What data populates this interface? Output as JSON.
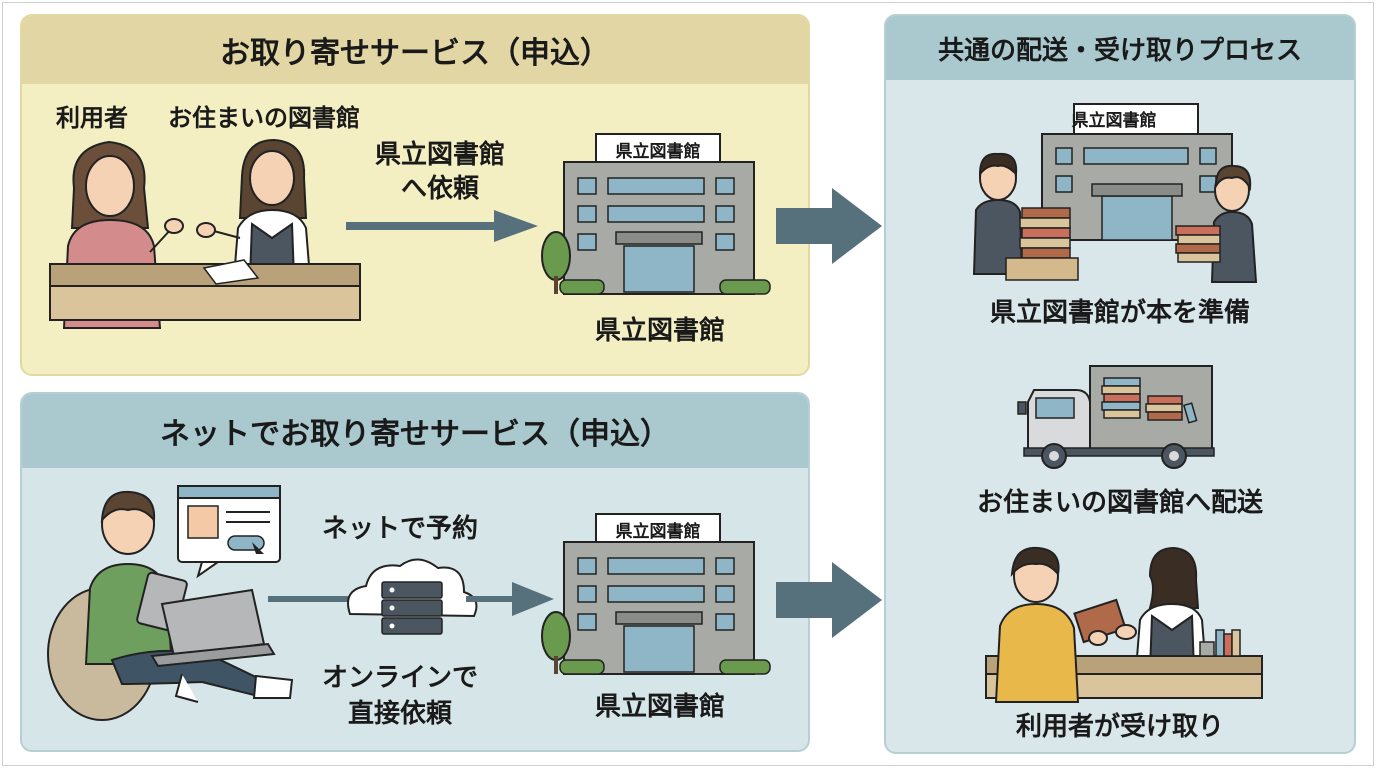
{
  "service_counter": {
    "title": "お取り寄せサービス（申込）",
    "label_user": "利用者",
    "label_local_library": "お住まいの図書館",
    "request_line1": "県立図書館",
    "request_line2": "へ依頼",
    "building_sign": "県立図書館",
    "building_caption": "県立図書館"
  },
  "service_online": {
    "title": "ネットでお取り寄せサービス（申込）",
    "reserve_label": "ネットで予約",
    "direct_line1": "オンラインで",
    "direct_line2": "直接依頼",
    "building_sign": "県立図書館",
    "building_caption": "県立図書館"
  },
  "common_process": {
    "title": "共通の配送・受け取りプロセス",
    "building_sign": "県立図書館",
    "steps": [
      {
        "caption": "県立図書館が本を準備"
      },
      {
        "caption": "お住まいの図書館へ配送"
      },
      {
        "caption": "利用者が受け取り"
      }
    ]
  },
  "colors": {
    "arrow": "#56707c",
    "panel_counter_bg": "#f3efc3",
    "panel_online_bg": "#d6e6e8",
    "panel_common_bg": "#d9e7ea"
  }
}
